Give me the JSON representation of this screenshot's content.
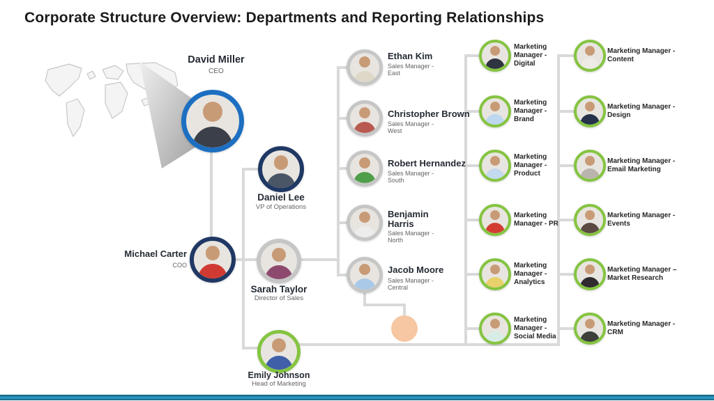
{
  "slide": {
    "title": "Corporate Structure Overview: Departments and Reporting Relationships"
  },
  "colors": {
    "connector": "#d9d9d9",
    "ring_blue": "#1d6fc1",
    "ring_navy": "#1f3864",
    "ring_gray": "#c6c6c6",
    "ring_green": "#85c441",
    "placeholder_circle": "#f6c7a2",
    "footer_bar": "#2c96bf"
  },
  "people": {
    "ceo": {
      "name": "David Miller",
      "role": "CEO",
      "ring": "#1d6fc1",
      "shirt": "#3a3f4a"
    },
    "coo": {
      "name": "Michael Carter",
      "role": "COO",
      "ring": "#1f3864",
      "shirt": "#cf3b33"
    },
    "vp_operations": {
      "name": "Daniel Lee",
      "role": "VP of Operations",
      "ring": "#1f3864",
      "shirt": "#4a5666"
    },
    "director_sales": {
      "name": "Sarah Taylor",
      "role": "Director of Sales",
      "ring": "#c6c6c6",
      "shirt": "#8d4a6e"
    },
    "head_marketing": {
      "name": "Emily Johnson",
      "role": "Head of Marketing",
      "ring": "#85c441",
      "shirt": "#3f5fa8"
    }
  },
  "sales_managers": [
    {
      "name": "Ethan Kim",
      "role": "Sales Manager - East",
      "ring": "#c6c6c6",
      "shirt": "#ded8c9"
    },
    {
      "name": "Christopher Brown",
      "role": "Sales Manager - West",
      "ring": "#c6c6c6",
      "shirt": "#b85a50"
    },
    {
      "name": "Robert Hernandez",
      "role": "Sales Manager - South",
      "ring": "#c6c6c6",
      "shirt": "#4e9e4a"
    },
    {
      "name": "Benjamin Harris",
      "role": "Sales Manager - North",
      "ring": "#c6c6c6",
      "shirt": "#ececec"
    },
    {
      "name": "Jacob Moore",
      "role": "Sales Manager - Central",
      "ring": "#c6c6c6",
      "shirt": "#aac9e8"
    }
  ],
  "marketing": {
    "ring": "#85c441",
    "left": [
      {
        "label": "Marketing Manager - Digital",
        "shirt": "#2e3440"
      },
      {
        "label": "Marketing Manager - Brand",
        "shirt": "#bcd7ef"
      },
      {
        "label": "Marketing Manager - Product",
        "shirt": "#c3d9ee"
      },
      {
        "label": "Marketing Manager - PR",
        "shirt": "#d23c31"
      },
      {
        "label": "Marketing Manager - Analytics",
        "shirt": "#e8d06a"
      },
      {
        "label": "Marketing Manager - Social Media",
        "shirt": "#d8ece6"
      }
    ],
    "right": [
      {
        "label": "Marketing Manager - Content",
        "shirt": "#eeeae6"
      },
      {
        "label": "Marketing Manager - Design",
        "shirt": "#25324a"
      },
      {
        "label": "Marketing Manager - Email Marketing",
        "shirt": "#b9b4ac"
      },
      {
        "label": "Marketing Manager - Events",
        "shirt": "#5a4a42"
      },
      {
        "label": "Marketing Manager – Market Research",
        "shirt": "#2f2b2e"
      },
      {
        "label": "Marketing Manager - CRM",
        "shirt": "#3c4038"
      }
    ]
  }
}
